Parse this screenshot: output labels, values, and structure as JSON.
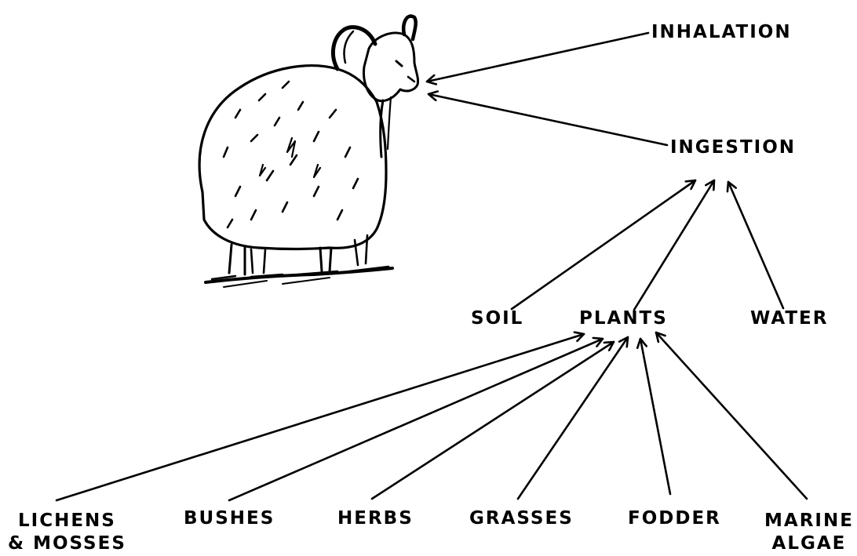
{
  "colors": {
    "ink": "#000000",
    "background": "#ffffff"
  },
  "animal": {
    "icon": "sheep-drawing-icon"
  },
  "labels": {
    "inhalation": "INHALATION",
    "ingestion": "INGESTION",
    "soil": "SOIL",
    "plants": "PLANTS",
    "water": "WATER",
    "lichens_line1": "LICHENS",
    "lichens_line2": "& MOSSES",
    "bushes": "BUSHES",
    "herbs": "HERBS",
    "grasses": "GRASSES",
    "fodder": "FODDER",
    "marine_line1": "MARINE",
    "marine_line2": "ALGAE"
  }
}
